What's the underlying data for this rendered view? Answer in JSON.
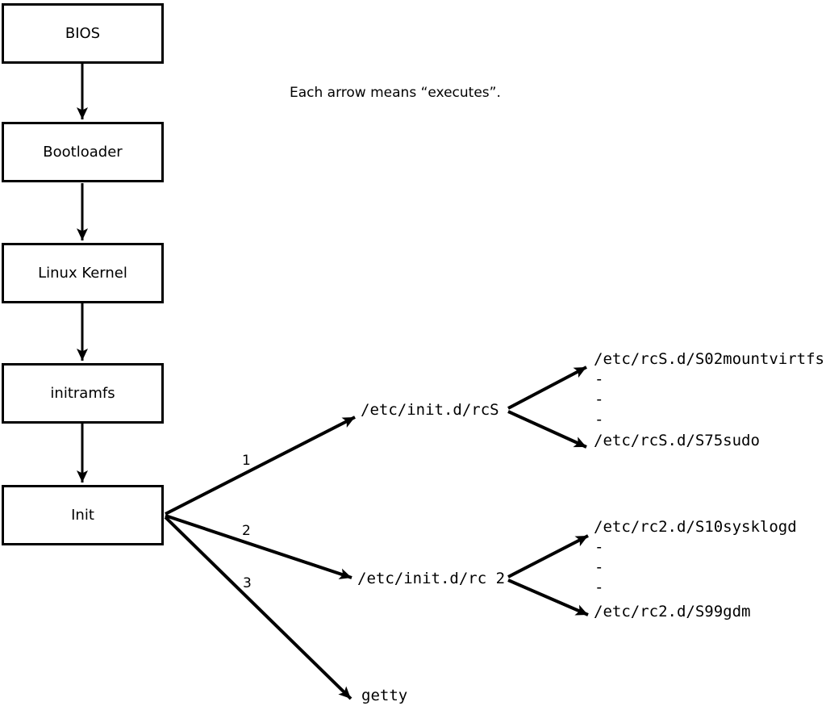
{
  "note": "Each arrow means “executes”.",
  "boot_chain": [
    {
      "label": "BIOS"
    },
    {
      "label": "Bootloader"
    },
    {
      "label": "Linux Kernel"
    },
    {
      "label": "initramfs"
    },
    {
      "label": "Init"
    }
  ],
  "init_branches": [
    {
      "number": "1",
      "target": "/etc/init.d/rcS"
    },
    {
      "number": "2",
      "target": "/etc/init.d/rc 2"
    },
    {
      "number": "3",
      "target": "getty"
    }
  ],
  "rcS_scripts": [
    "/etc/rcS.d/S02mountvirtfs",
    "-",
    "-",
    "-",
    "/etc/rcS.d/S75sudo"
  ],
  "rc2_scripts": [
    "/etc/rc2.d/S10sysklogd",
    "-",
    "-",
    "-",
    "/etc/rc2.d/S99gdm"
  ],
  "colors": {
    "line": "#000000",
    "background": "#ffffff",
    "box_fill": "#ffffff",
    "text": "#000000"
  }
}
